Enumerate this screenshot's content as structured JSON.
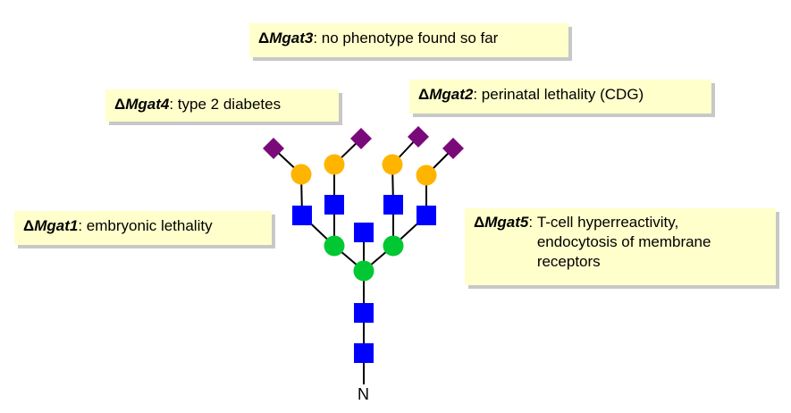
{
  "callouts": {
    "mgat3": {
      "gene_prefix": "Δ",
      "gene_symbol": "Mgat3",
      "colon": ":",
      "text": " no phenotype found so far"
    },
    "mgat4": {
      "gene_prefix": "Δ",
      "gene_symbol": "Mgat4",
      "colon": ":",
      "text": " type 2 diabetes"
    },
    "mgat2": {
      "gene_prefix": "Δ",
      "gene_symbol": "Mgat2",
      "colon": ":",
      "text": " perinatal lethality (CDG)"
    },
    "mgat1": {
      "gene_prefix": "Δ",
      "gene_symbol": "Mgat1",
      "colon": ":",
      "text": " embryonic lethality"
    },
    "mgat5": {
      "gene_prefix": "Δ",
      "gene_symbol": "Mgat5",
      "colon": ":",
      "lines": [
        "T-cell hyperreactivity,",
        "endocytosis of membrane",
        "receptors"
      ]
    }
  },
  "glycan": {
    "reducing_end_label": "N",
    "colors": {
      "glcnac": "#0000ff",
      "mannose": "#00c832",
      "galactose": "#ffb400",
      "sialic_acid": "#7a0a7a",
      "bond": "#000000",
      "callout_bg": "#ffffcc"
    },
    "residues": [
      "sialic-acid",
      "galactose",
      "glcnac",
      "mannose",
      "bisecting-glcnac",
      "core-glcnac"
    ]
  }
}
